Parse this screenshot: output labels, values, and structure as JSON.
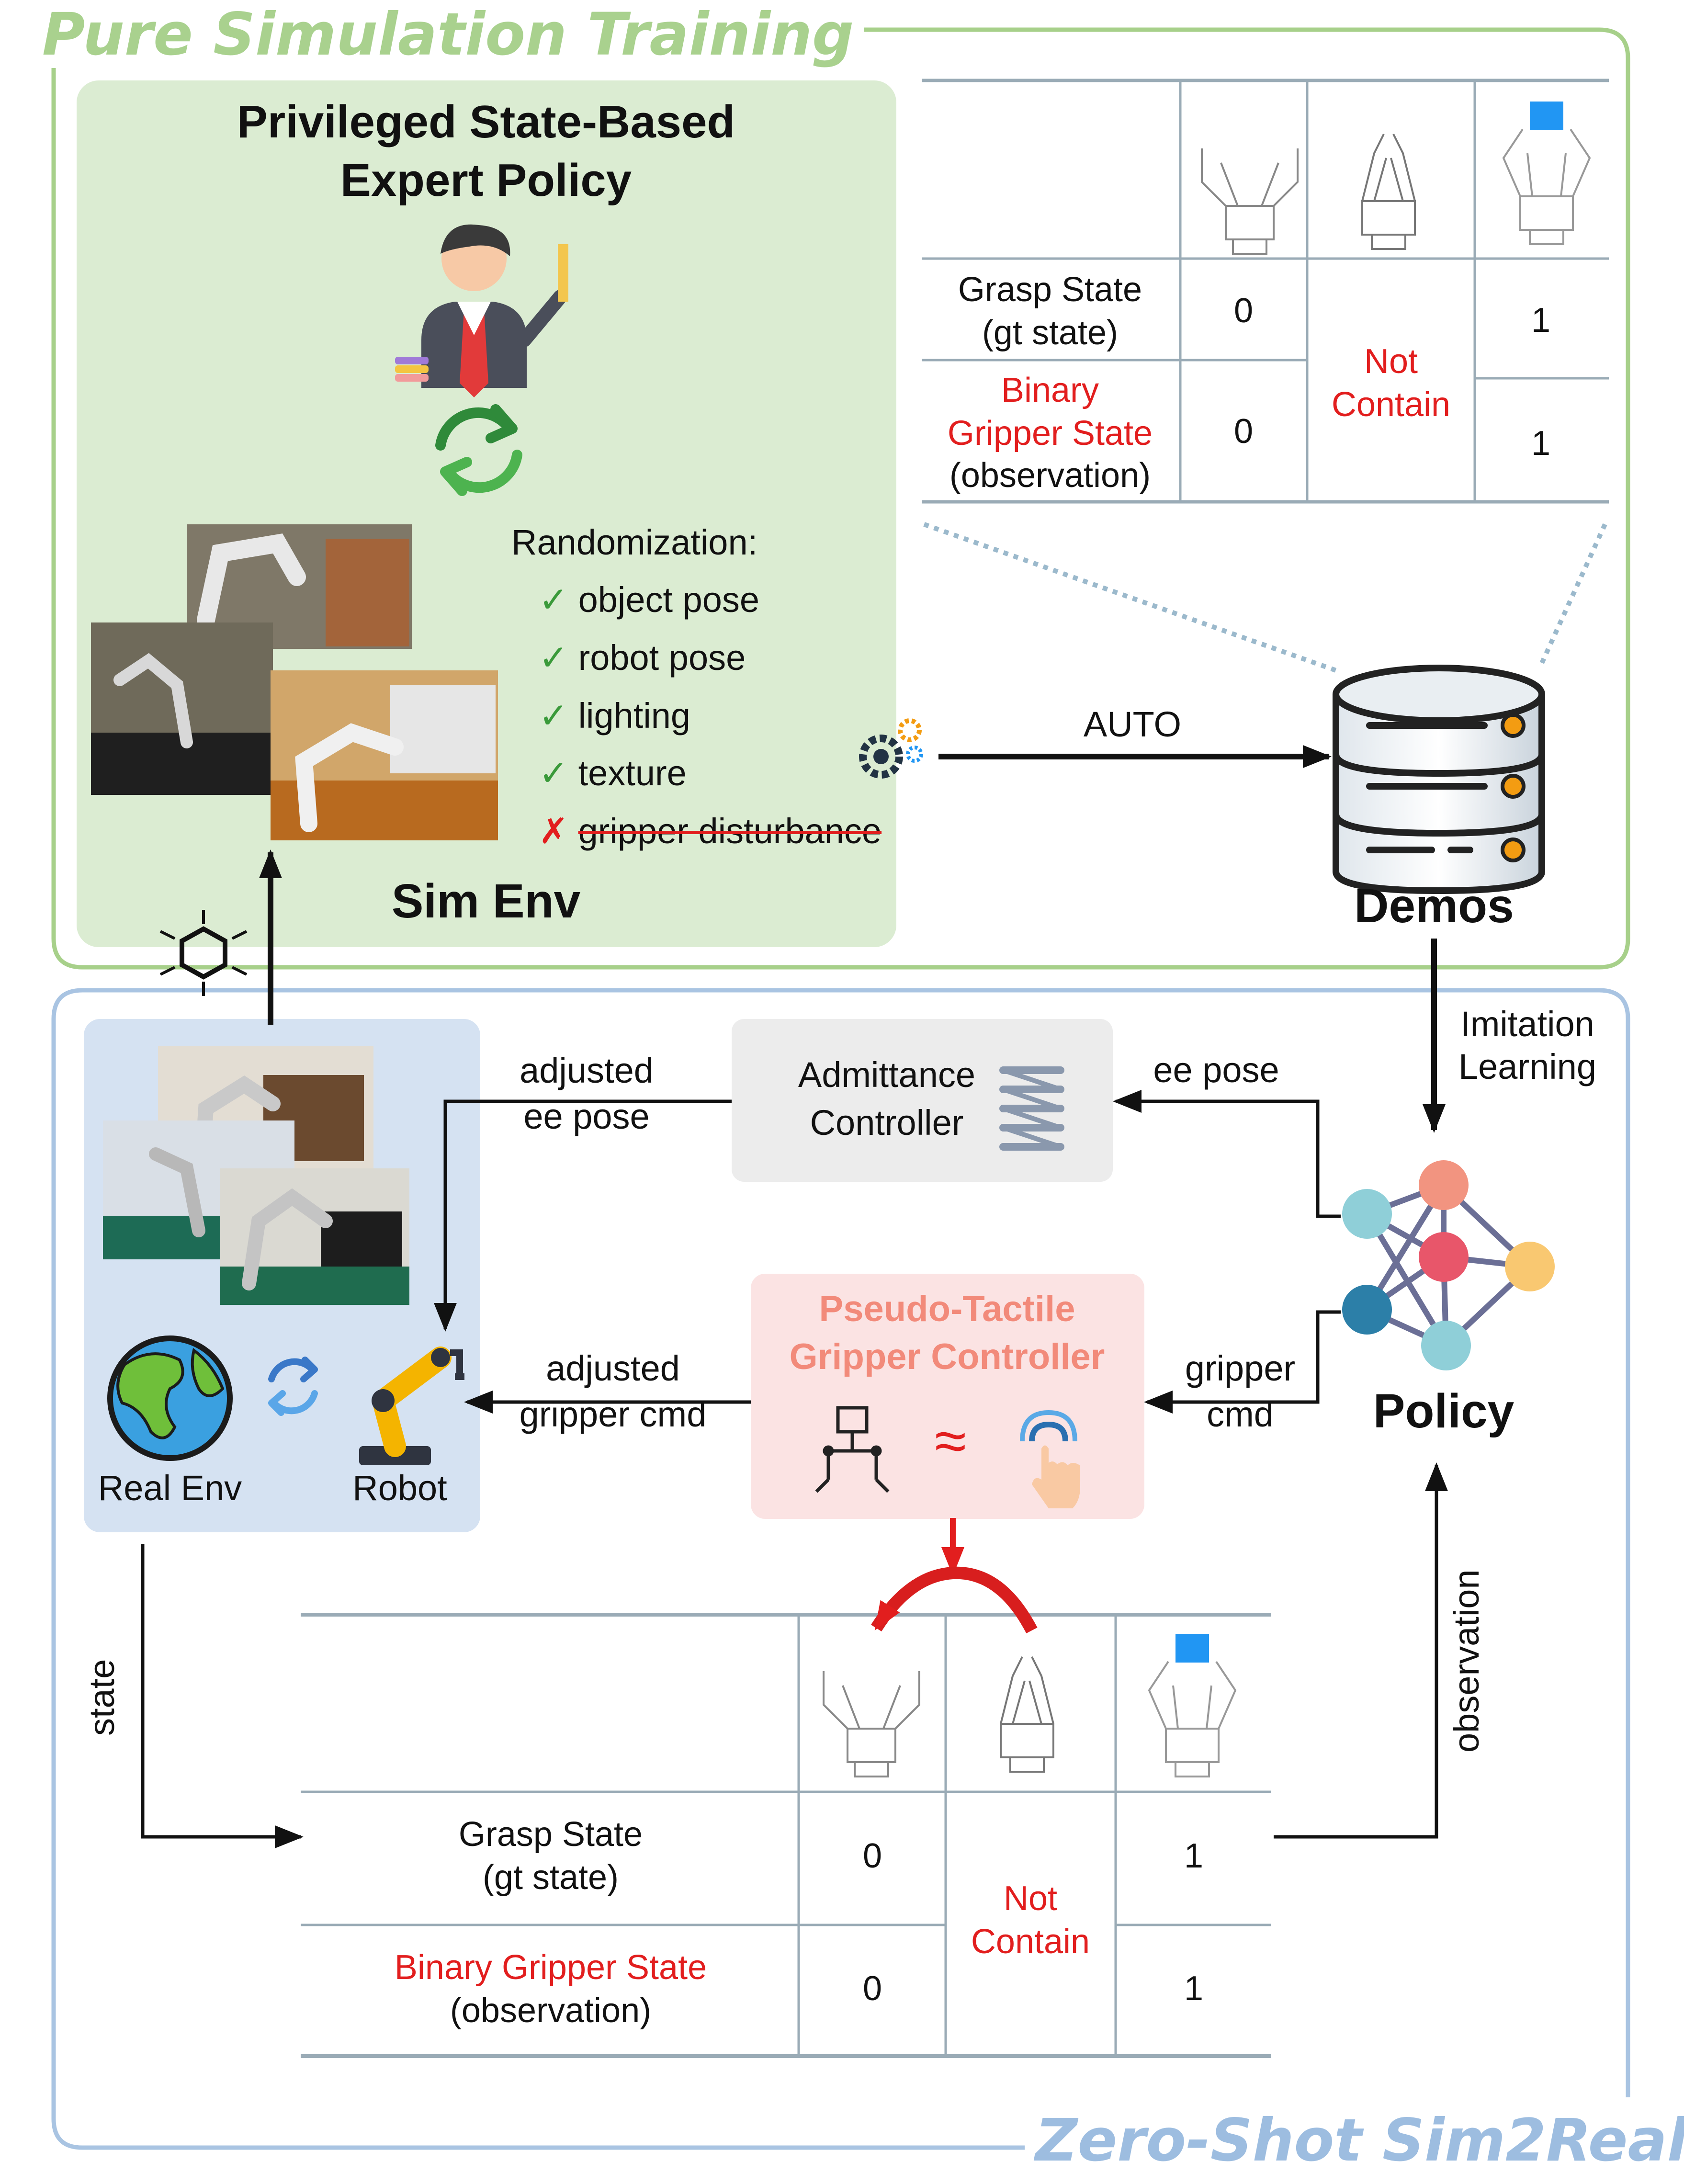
{
  "sections": {
    "top_title": "Pure Simulation Training",
    "bottom_title": "Zero-Shot Sim2Real"
  },
  "expert": {
    "title_line1": "Privileged State-Based",
    "title_line2": "Expert Policy"
  },
  "randomization": {
    "heading": "Randomization:",
    "items": [
      {
        "mark": "✓",
        "label": "object pose"
      },
      {
        "mark": "✓",
        "label": "robot pose"
      },
      {
        "mark": "✓",
        "label": "lighting"
      },
      {
        "mark": "✓",
        "label": "texture"
      },
      {
        "mark": "✗",
        "label": "gripper disturbance"
      }
    ]
  },
  "sim_env_label": "Sim Env",
  "auto_label": "AUTO",
  "demos_label": "Demos",
  "imitation_label": "Imitation\nLearning",
  "policy_label": "Policy",
  "admittance": {
    "line1": "Admittance",
    "line2": "Controller"
  },
  "pseudo": {
    "line1": "Pseudo-Tactile",
    "line2": "Gripper Controller",
    "approx": "≈"
  },
  "arrows": {
    "adjusted_ee_pose": "adjusted\nee pose",
    "ee_pose": "ee pose",
    "adjusted_gripper_cmd": "adjusted\ngripper cmd",
    "gripper_cmd": "gripper\ncmd",
    "state": "state",
    "observation": "observation"
  },
  "real_env": {
    "env_label": "Real Env",
    "robot_label": "Robot"
  },
  "table_top": {
    "row1_label": "Grasp State\n(gt state)",
    "row2_label_red": "Binary\nGripper State",
    "row2_label_black": "(observation)",
    "row1_values": [
      "0",
      "1"
    ],
    "row2_values": [
      "0",
      "1"
    ],
    "merged": "Not\nContain"
  },
  "table_bottom": {
    "row1_label": "Grasp State\n(gt state)",
    "row2_label_red": "Binary Gripper State",
    "row2_label_black": "(observation)",
    "row1_values": [
      "0",
      "1"
    ],
    "row2_values": [
      "0",
      "1"
    ],
    "merged": "Not\nContain"
  },
  "colors": {
    "green_frame": "#a7d08a",
    "green_panel": "#dbecd2",
    "green_title": "#a9d18e",
    "blue_frame": "#a9c4e2",
    "blue_panel": "#d5e2f2",
    "blue_title": "#9dbde0",
    "admittance_bg": "#ececec",
    "pseudo_bg": "#fbe3e3",
    "salmon_text": "#f28a7a",
    "red_text": "#e21e1e",
    "dotted_line": "#9bb9cc"
  }
}
